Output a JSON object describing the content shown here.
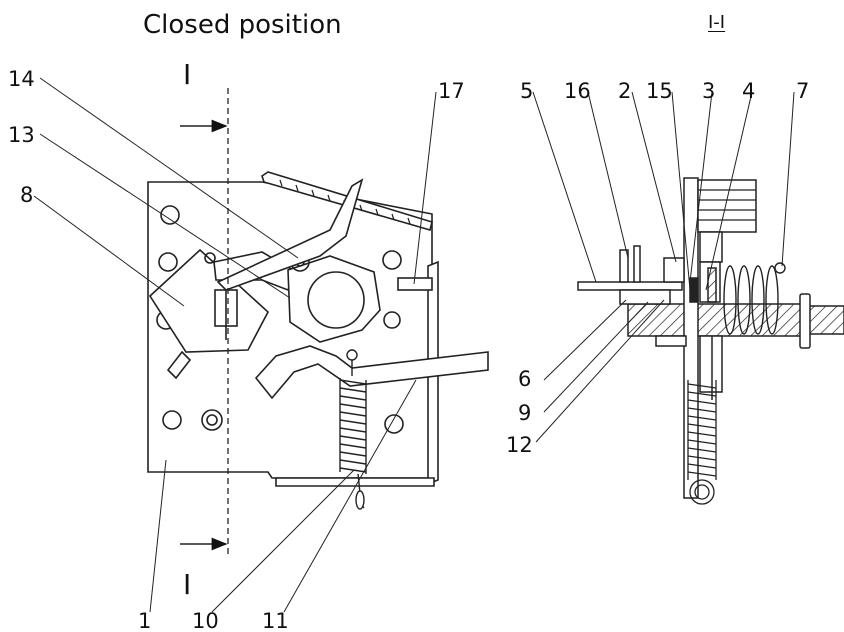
{
  "title": "Closed position",
  "section_title": "I-I",
  "section_mark_top": "I",
  "section_mark_bottom": "I",
  "callouts": [
    {
      "id": "c14",
      "label": "14"
    },
    {
      "id": "c13",
      "label": "13"
    },
    {
      "id": "c8",
      "label": "8"
    },
    {
      "id": "c17",
      "label": "17"
    },
    {
      "id": "c1",
      "label": "1"
    },
    {
      "id": "c10",
      "label": "10"
    },
    {
      "id": "c11",
      "label": "11"
    },
    {
      "id": "c5",
      "label": "5"
    },
    {
      "id": "c16",
      "label": "16"
    },
    {
      "id": "c2",
      "label": "2"
    },
    {
      "id": "c15",
      "label": "15"
    },
    {
      "id": "c3",
      "label": "3"
    },
    {
      "id": "c4",
      "label": "4"
    },
    {
      "id": "c7",
      "label": "7"
    },
    {
      "id": "c6",
      "label": "6"
    },
    {
      "id": "c9",
      "label": "9"
    },
    {
      "id": "c12",
      "label": "12"
    }
  ]
}
